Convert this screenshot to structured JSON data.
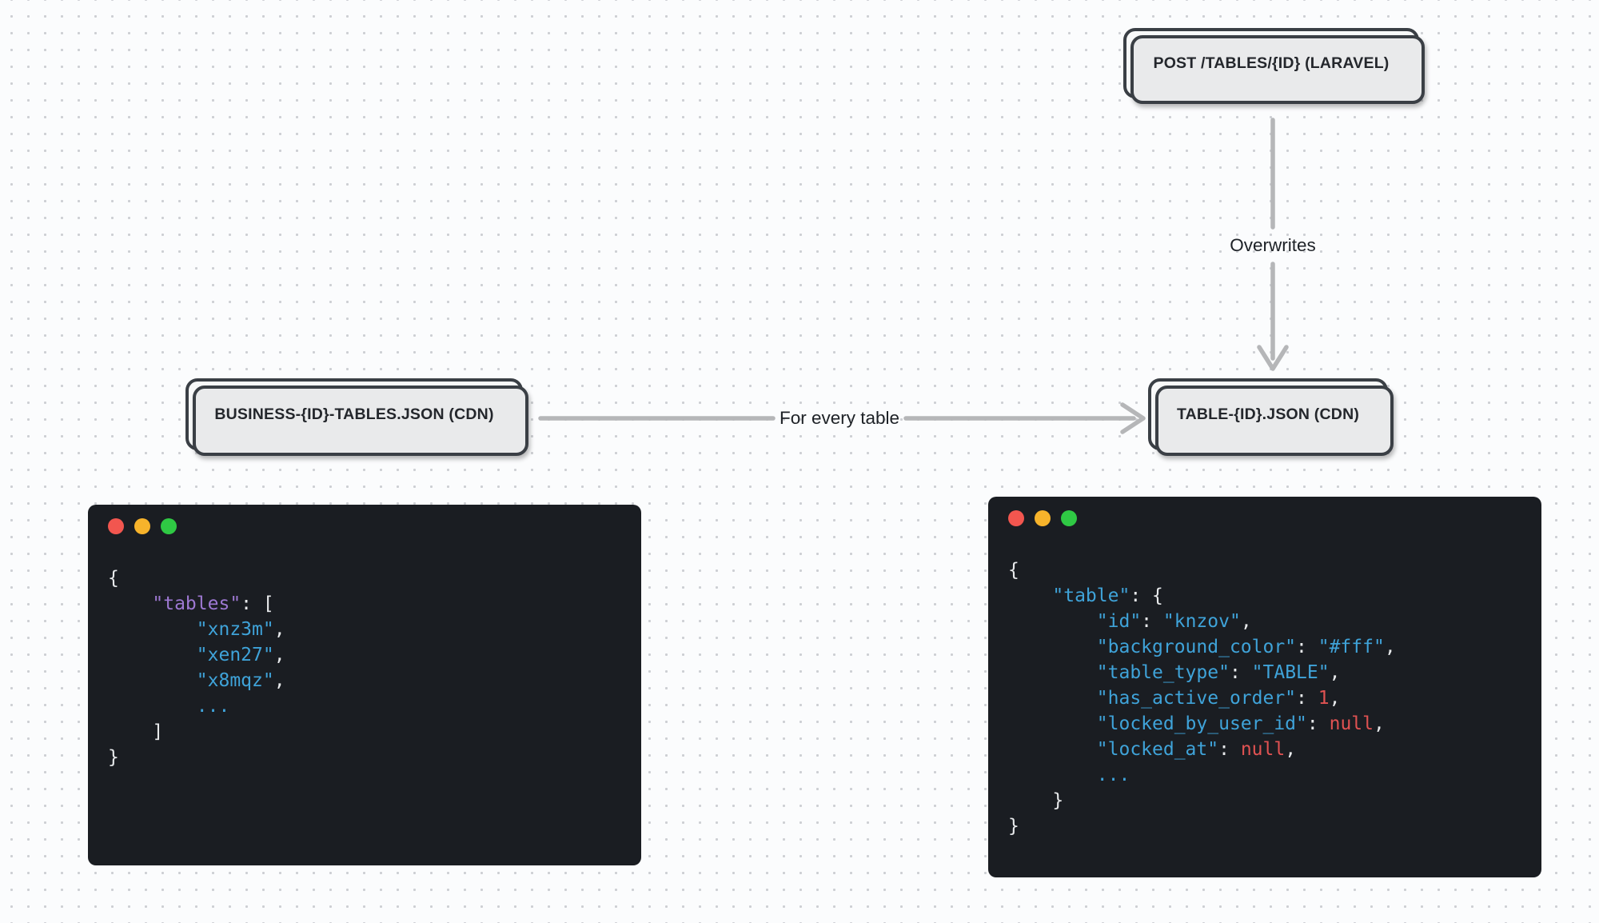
{
  "colors": {
    "canvas-bg": "#fbfcfd",
    "dot": "#cdcfd3",
    "node-border": "#3a3f45",
    "node-bg": "#f8f9f9",
    "node-stack-bg": "#e9eaeb",
    "node-text": "#24272c",
    "arrow": "#b5b6b8",
    "edge-label-text": "#1d2126",
    "window-bg": "#1a1d22",
    "code-plain": "#e8eaec",
    "code-key-purple": "#9d78d2",
    "code-string-cyan": "#3fa3d9",
    "code-value-red": "#e05252",
    "light-red": "#f2564f",
    "light-yellow": "#f7b32b",
    "light-green": "#2fc944"
  },
  "nodes": {
    "post_endpoint": {
      "label": "POST /TABLES/{ID} (LARAVEL)"
    },
    "business_tables": {
      "label": "BUSINESS-{ID}-TABLES.JSON (CDN)"
    },
    "table_json": {
      "label": "TABLE-{ID}.JSON (CDN)"
    }
  },
  "edges": {
    "overwrites": {
      "label": "Overwrites",
      "from": "post_endpoint",
      "to": "table_json"
    },
    "for_every_table": {
      "label": "For every table",
      "from": "business_tables",
      "to": "table_json"
    }
  },
  "code_windows": {
    "business_tables_file": {
      "lines": [
        [
          {
            "t": "{",
            "c": "p"
          }
        ],
        [
          {
            "t": "    ",
            "c": "p"
          },
          {
            "t": "\"tables\"",
            "c": "k"
          },
          {
            "t": ": [",
            "c": "p"
          }
        ],
        [
          {
            "t": "        ",
            "c": "p"
          },
          {
            "t": "\"xnz3m\"",
            "c": "s"
          },
          {
            "t": ",",
            "c": "p"
          }
        ],
        [
          {
            "t": "        ",
            "c": "p"
          },
          {
            "t": "\"xen27\"",
            "c": "s"
          },
          {
            "t": ",",
            "c": "p"
          }
        ],
        [
          {
            "t": "        ",
            "c": "p"
          },
          {
            "t": "\"x8mqz\"",
            "c": "s"
          },
          {
            "t": ",",
            "c": "p"
          }
        ],
        [
          {
            "t": "        ",
            "c": "p"
          },
          {
            "t": "...",
            "c": "s"
          }
        ],
        [
          {
            "t": "    ]",
            "c": "p"
          }
        ],
        [
          {
            "t": "}",
            "c": "p"
          }
        ]
      ]
    },
    "table_file": {
      "lines": [
        [
          {
            "t": "{",
            "c": "p"
          }
        ],
        [
          {
            "t": "    ",
            "c": "p"
          },
          {
            "t": "\"table\"",
            "c": "s"
          },
          {
            "t": ": {",
            "c": "p"
          }
        ],
        [
          {
            "t": "        ",
            "c": "p"
          },
          {
            "t": "\"id\"",
            "c": "s"
          },
          {
            "t": ": ",
            "c": "p"
          },
          {
            "t": "\"knzov\"",
            "c": "s"
          },
          {
            "t": ",",
            "c": "p"
          }
        ],
        [
          {
            "t": "        ",
            "c": "p"
          },
          {
            "t": "\"background_color\"",
            "c": "s"
          },
          {
            "t": ": ",
            "c": "p"
          },
          {
            "t": "\"#fff\"",
            "c": "s"
          },
          {
            "t": ",",
            "c": "p"
          }
        ],
        [
          {
            "t": "        ",
            "c": "p"
          },
          {
            "t": "\"table_type\"",
            "c": "s"
          },
          {
            "t": ": ",
            "c": "p"
          },
          {
            "t": "\"TABLE\"",
            "c": "s"
          },
          {
            "t": ",",
            "c": "p"
          }
        ],
        [
          {
            "t": "        ",
            "c": "p"
          },
          {
            "t": "\"has_active_order\"",
            "c": "s"
          },
          {
            "t": ": ",
            "c": "p"
          },
          {
            "t": "1",
            "c": "r"
          },
          {
            "t": ",",
            "c": "p"
          }
        ],
        [
          {
            "t": "        ",
            "c": "p"
          },
          {
            "t": "\"locked_by_user_id\"",
            "c": "s"
          },
          {
            "t": ": ",
            "c": "p"
          },
          {
            "t": "null",
            "c": "r"
          },
          {
            "t": ",",
            "c": "p"
          }
        ],
        [
          {
            "t": "        ",
            "c": "p"
          },
          {
            "t": "\"locked_at\"",
            "c": "s"
          },
          {
            "t": ": ",
            "c": "p"
          },
          {
            "t": "null",
            "c": "r"
          },
          {
            "t": ",",
            "c": "p"
          }
        ],
        [
          {
            "t": "        ",
            "c": "p"
          },
          {
            "t": "...",
            "c": "s"
          }
        ],
        [
          {
            "t": "    }",
            "c": "p"
          }
        ],
        [
          {
            "t": "}",
            "c": "p"
          }
        ]
      ]
    }
  }
}
